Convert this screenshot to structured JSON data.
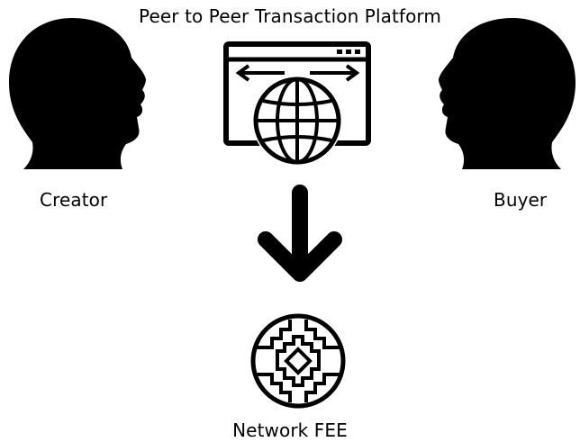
{
  "diagram": {
    "title": "Peer to Peer Transaction Platform",
    "left_party": "Creator",
    "right_party": "Buyer",
    "bottom_node": "Network FEE"
  },
  "icons": {
    "left_party": "person-head-silhouette-icon",
    "right_party": "person-head-silhouette-icon",
    "platform": "browser-globe-icon",
    "flow": "arrow-down-icon",
    "network": "network-token-icon"
  },
  "colors": {
    "ink": "#000000",
    "background": "#ffffff"
  }
}
